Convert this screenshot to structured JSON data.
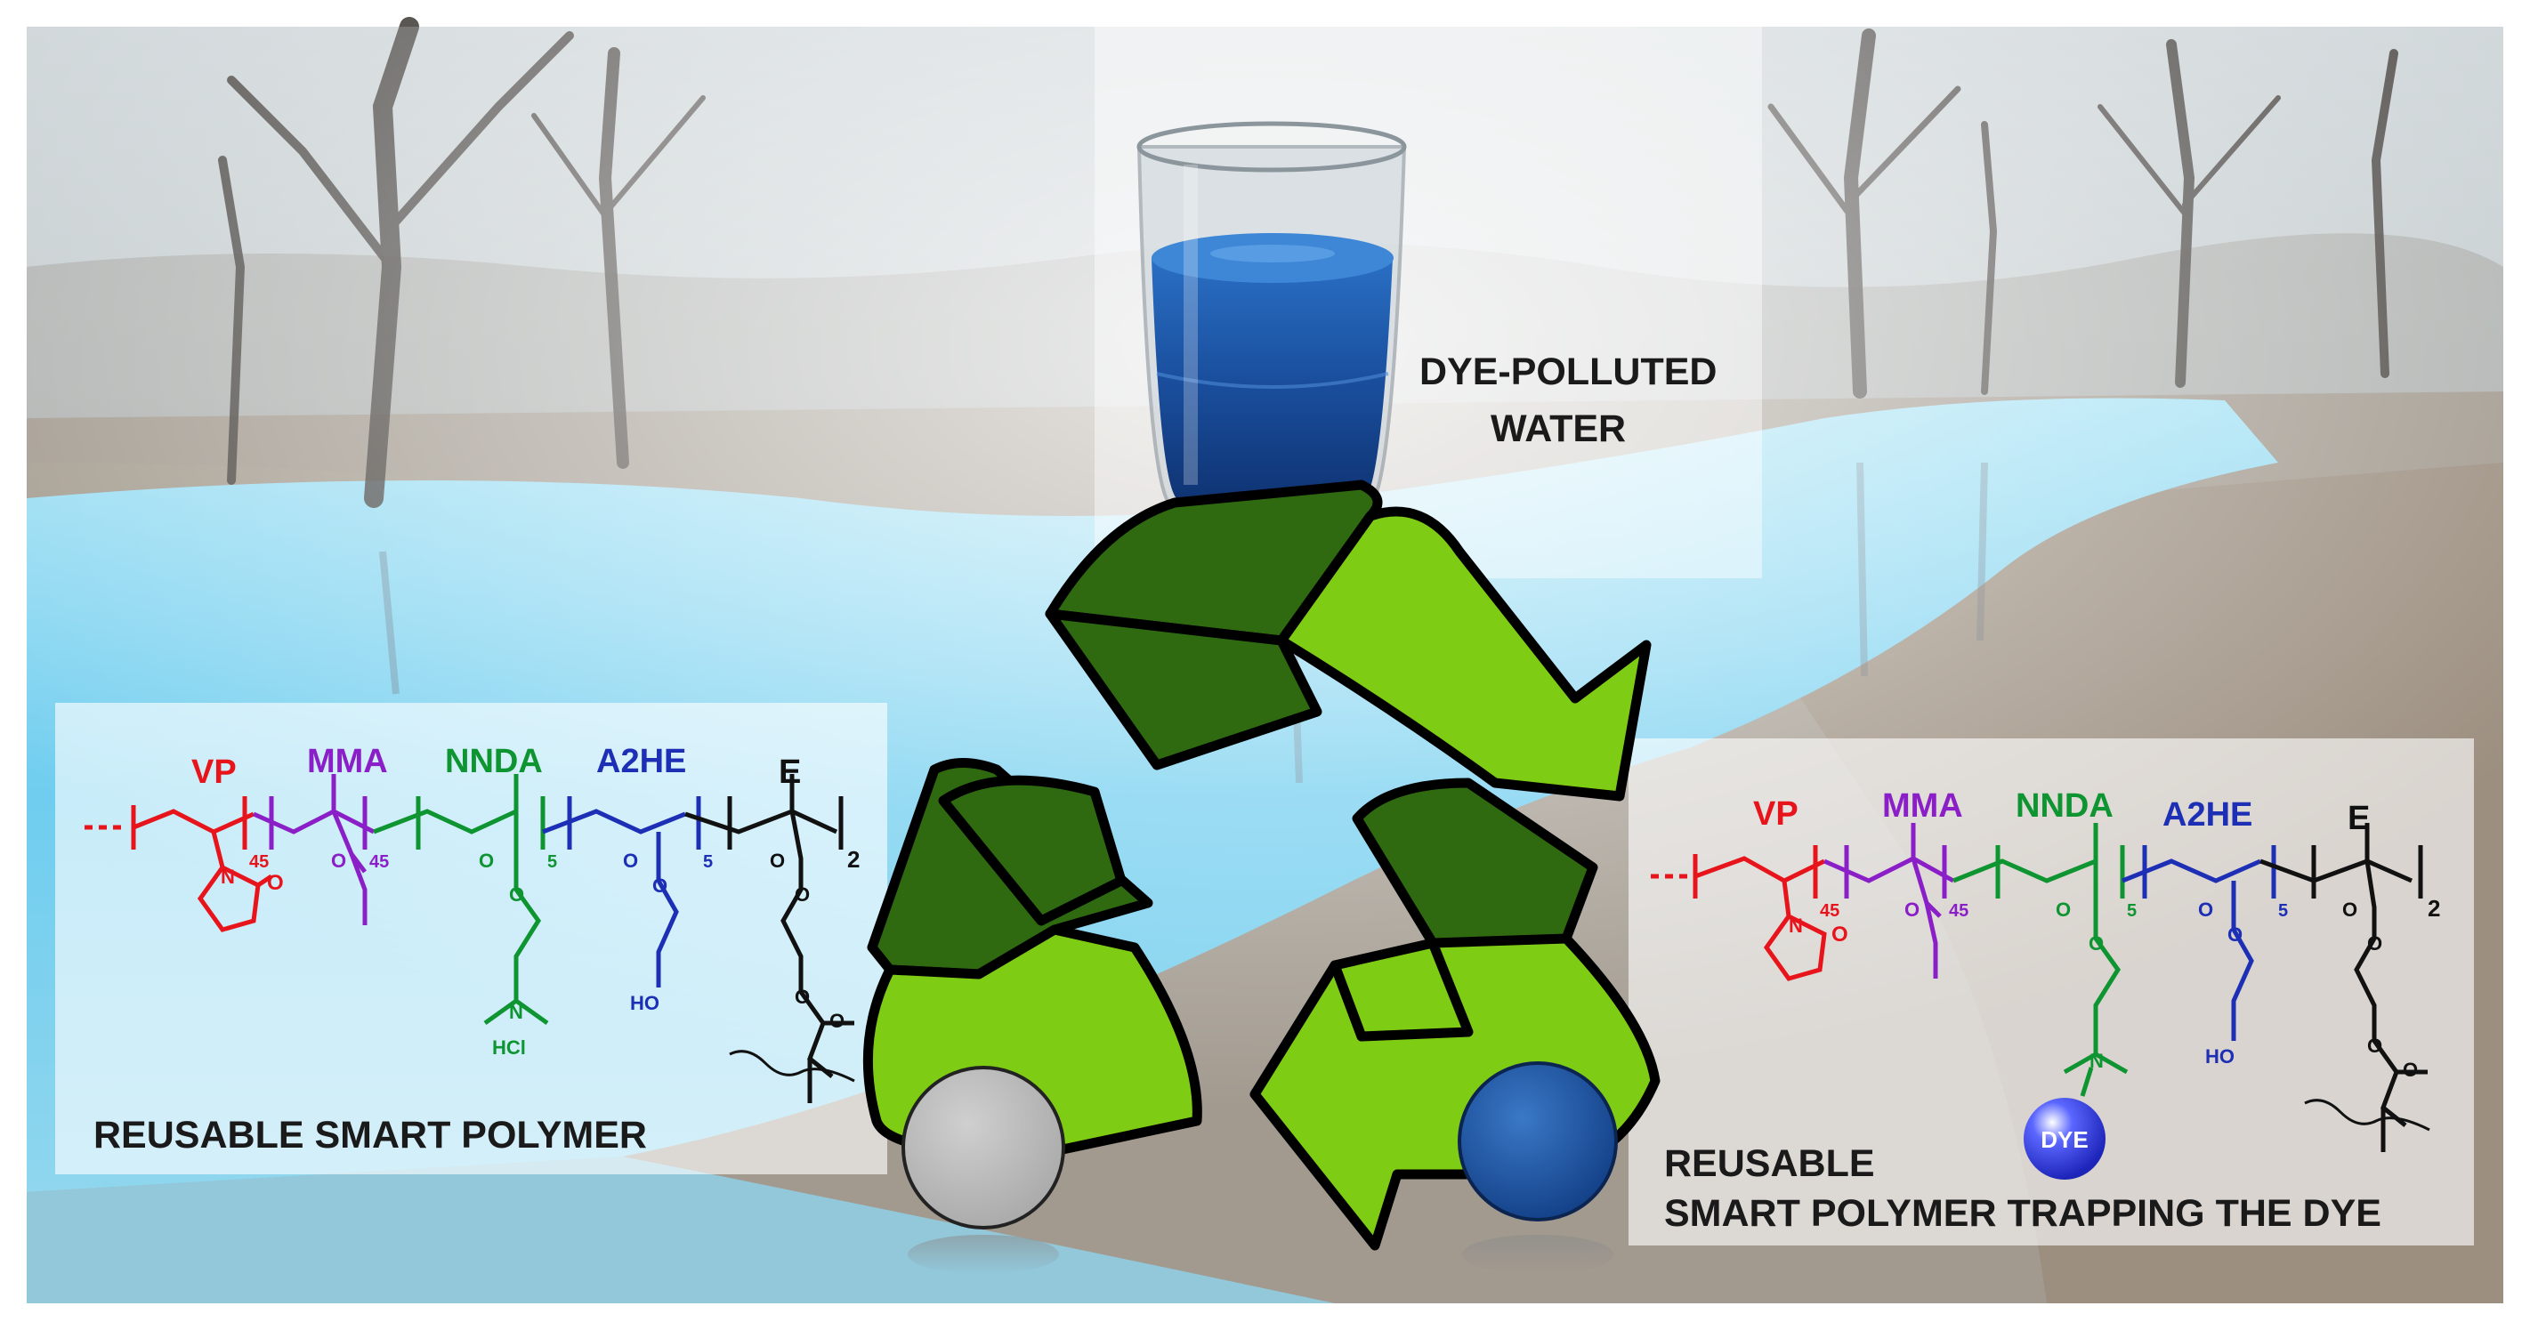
{
  "captions": {
    "dye_water_line1": "DYE-POLLUTED",
    "dye_water_line2": "WATER",
    "left_panel": "REUSABLE SMART POLYMER",
    "right_panel_line1": "REUSABLE",
    "right_panel_line2": "SMART POLYMER TRAPPING THE DYE"
  },
  "monomers": {
    "vp": "VP",
    "mma": "MMA",
    "nnda": "NNDA",
    "a2he": "A2HE",
    "e": "E"
  },
  "subscripts": {
    "vp": "45",
    "mma": "45",
    "nnda": "5",
    "a2he": "5",
    "e": "2"
  },
  "atoms": {
    "n": "N",
    "o": "O",
    "ho": "HO",
    "hcl": "HCl",
    "dye": "DYE"
  },
  "colors": {
    "vp": "#e8141b",
    "mma": "#8b1fc7",
    "nnda": "#0e9431",
    "a2he": "#1c2fb5",
    "e": "#111111",
    "arrow_light": "#7fcc14",
    "arrow_dark": "#2f6a10",
    "water": "#69c9ee",
    "bead_empty": "#b8b8b8",
    "bead_dye": "#1c56a8"
  }
}
